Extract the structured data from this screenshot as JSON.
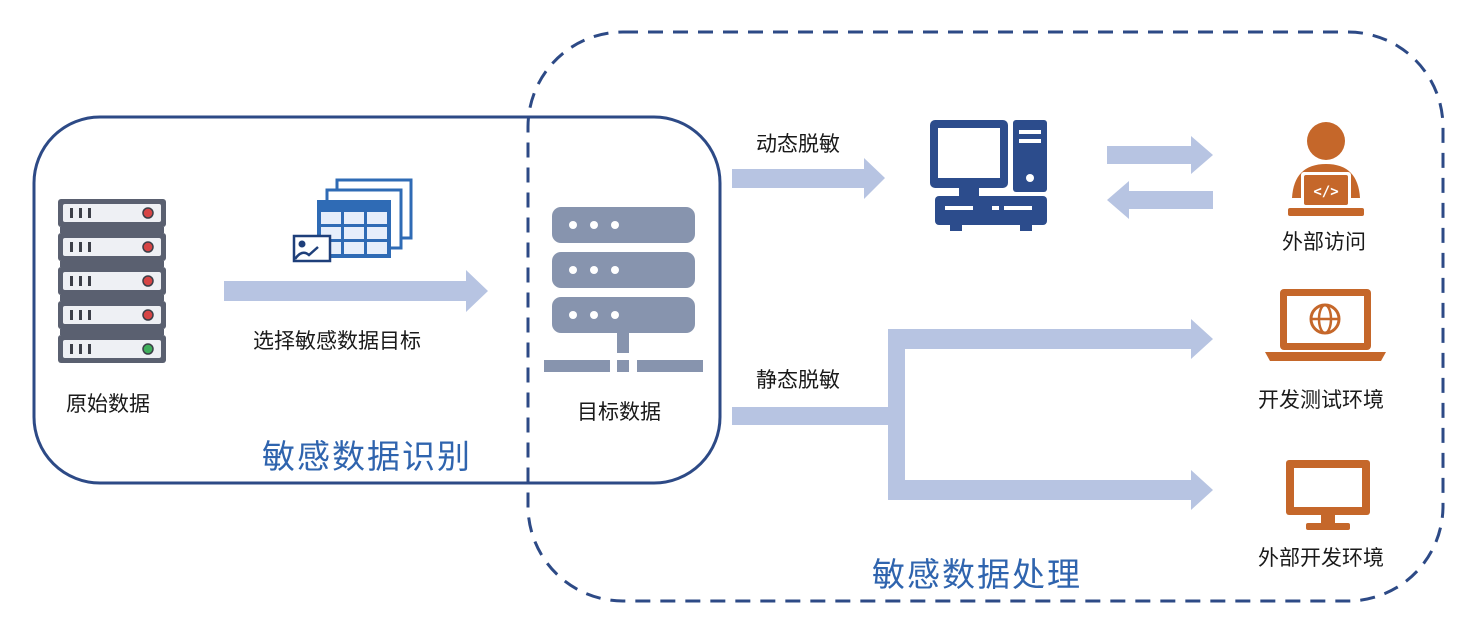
{
  "groups": {
    "identification": "敏感数据识别",
    "processing": "敏感数据处理"
  },
  "nodes": {
    "raw_data": "原始数据",
    "select_target": "选择敏感数据目标",
    "target_data": "目标数据",
    "external_access": "外部访问",
    "dev_test_env": "开发测试环境",
    "external_dev_env": "外部开发环境"
  },
  "edges": {
    "dynamic_masking": "动态脱敏",
    "static_masking": "静态脱敏"
  },
  "icons": {
    "raw_data": "server-rack-icon",
    "select_target": "data-table-selection-icon",
    "target_data": "database-server-icon",
    "workstation": "desktop-computer-icon",
    "external_access": "user-laptop-code-icon",
    "dev_test_env": "laptop-globe-icon",
    "external_dev_env": "monitor-icon"
  },
  "colors": {
    "border_navy": "#2d4a86",
    "title_blue": "#2f64ae",
    "arrow": "#b7c4e2",
    "icon_navy": "#2c4c8c",
    "icon_orange": "#c5672a",
    "icon_gray": "#8794ae"
  }
}
